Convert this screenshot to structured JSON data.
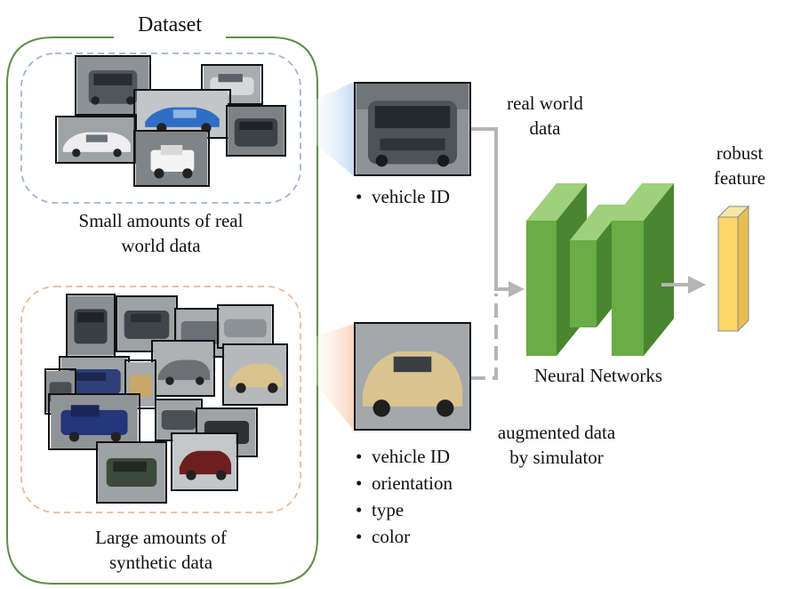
{
  "dataset": {
    "title": "Dataset"
  },
  "real_group": {
    "caption_line1": "Small amounts of real",
    "caption_line2": "world data"
  },
  "synthetic_group": {
    "caption_line1": "Large amounts of",
    "caption_line2": "synthetic data"
  },
  "real_sample": {
    "bullets": [
      "vehicle ID"
    ],
    "arrow_label_line1": "real world",
    "arrow_label_line2": "data"
  },
  "synthetic_sample": {
    "bullets": [
      "vehicle ID",
      "orientation",
      "type",
      "color"
    ],
    "arrow_label_line1": "augmented data",
    "arrow_label_line2": "by simulator"
  },
  "network": {
    "label": "Neural Networks"
  },
  "output": {
    "label_line1": "robust",
    "label_line2": "feature"
  },
  "colors": {
    "dataset_border": "#5e8f48",
    "real_dashed": "#9fb3da",
    "synthetic_dashed": "#f0b890",
    "network_front": "#6aac45",
    "network_side": "#4a8530",
    "network_top": "#9fd07c",
    "feature_front": "#fdd668",
    "feature_top": "#f6e6a8",
    "arrow_gray": "#b5b5b5",
    "real_highlight": "#c8dcf4",
    "synthetic_highlight": "#fbd6bd"
  },
  "icons": [
    "car-photo",
    "car-photo-closeup",
    "neural-network-block",
    "feature-vector-block"
  ]
}
